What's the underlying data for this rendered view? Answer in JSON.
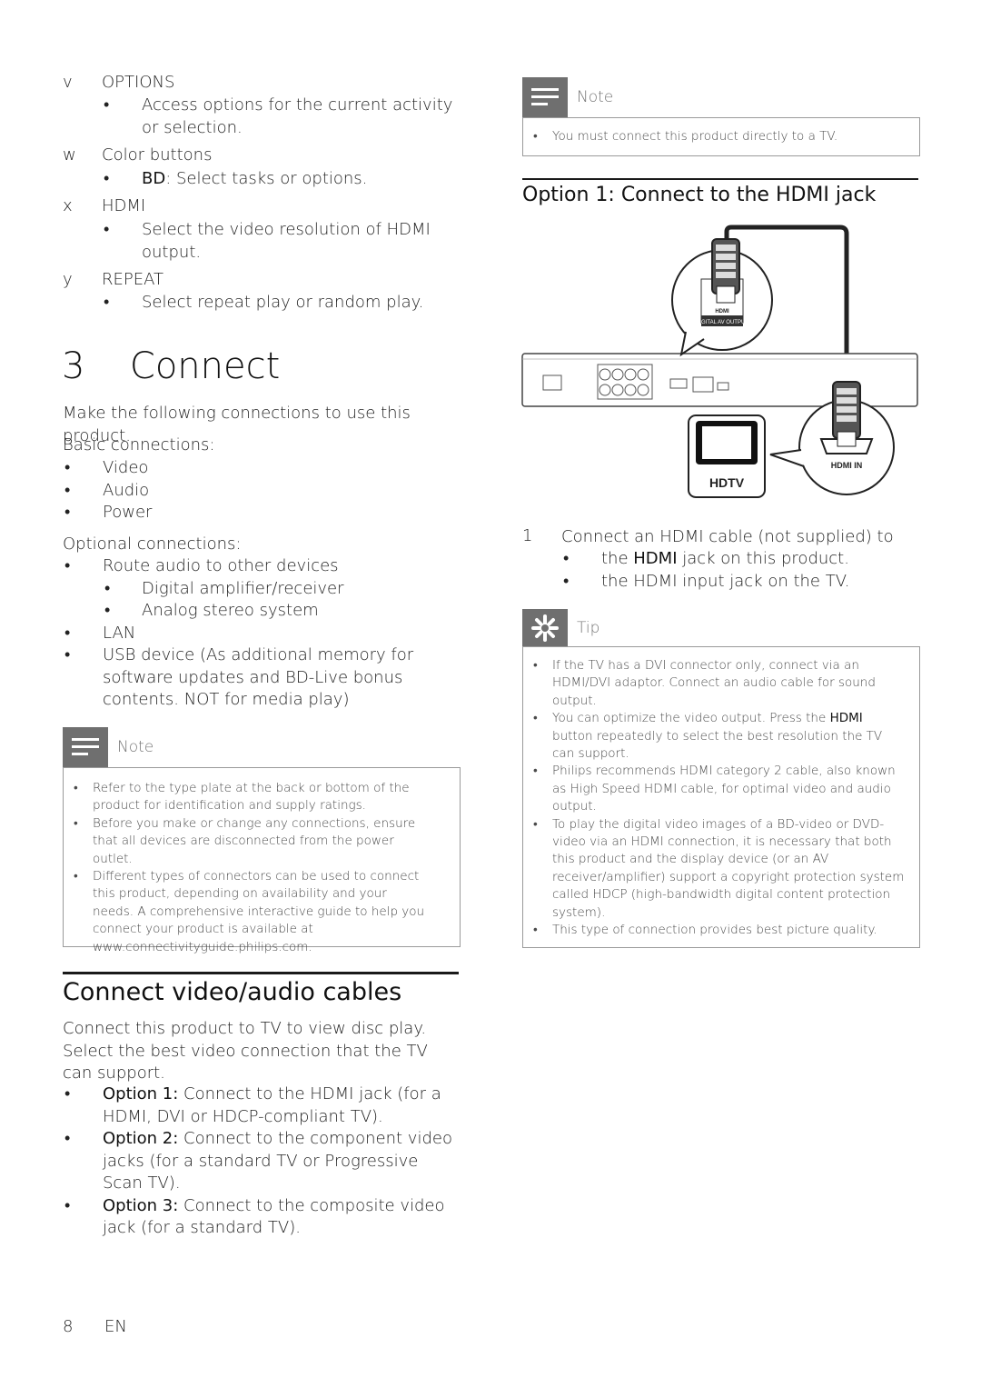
{
  "remote_keys": [
    {
      "letter": "v",
      "title": "OPTIONS",
      "bullets": [
        "Access options for the current activity or selection."
      ]
    },
    {
      "letter": "w",
      "title": "Color buttons",
      "bullets_rich": [
        {
          "bold": "BD",
          "rest": ": Select tasks or options."
        }
      ]
    },
    {
      "letter": "x",
      "title": "HDMI",
      "bullets": [
        "Select the video resolution of HDMI output."
      ]
    },
    {
      "letter": "y",
      "title": "REPEAT",
      "bullets": [
        "Select repeat play or random play."
      ]
    }
  ],
  "chapter": {
    "number": "3",
    "title": "Connect"
  },
  "intro": "Make the following connections to use this product.",
  "basic": {
    "heading": "Basic connections:",
    "items": [
      "Video",
      "Audio",
      "Power"
    ]
  },
  "optional": {
    "heading": "Optional connections:",
    "route": "Route audio to other devices",
    "route_sub": [
      "Digital amplifier/receiver",
      "Analog stereo system"
    ],
    "lan": "LAN",
    "usb": "USB device (As additional memory for software updates and BD-Live bonus contents. NOT for media play)"
  },
  "note_left": {
    "title": "Note",
    "items": [
      "Refer to the type plate at the back or bottom of the product for identification and supply ratings.",
      "Before you make or change any connections, ensure that all devices are disconnected from the power outlet.",
      "Different types of connectors can be used to connect this product, depending on availability and your needs. A comprehensive interactive guide to help you connect your product is available at www.connectivityguide.philips.com."
    ]
  },
  "cables": {
    "title": "Connect video/audio cables",
    "intro": "Connect this product to TV to view disc play. Select the best video connection that the TV can support.",
    "options": [
      {
        "label": "Option 1:",
        "text": " Connect to the HDMI jack (for a HDMI, DVI or HDCP-compliant TV)."
      },
      {
        "label": "Option 2:",
        "text": " Connect to the component video jacks (for a standard TV or Progressive Scan TV)."
      },
      {
        "label": "Option 3:",
        "text": " Connect to the composite video jack (for a standard TV)."
      }
    ]
  },
  "note_right": {
    "title": "Note",
    "items": [
      "You must connect this product directly to a TV."
    ]
  },
  "option1": {
    "title": "Option 1: Connect to the HDMI jack",
    "diagram": {
      "output_label": "DIGITAL AV OUTPUT",
      "output_logo": "HDMI",
      "tv_label": "HDTV",
      "input_label": "HDMI IN"
    },
    "step_number": "1",
    "step_text": "Connect an HDMI cable (not supplied) to",
    "step_bullets": [
      {
        "pre": "the ",
        "bold": "HDMI",
        "post": " jack on this product."
      },
      {
        "pre": "the HDMI input jack on the TV.",
        "bold": "",
        "post": ""
      }
    ]
  },
  "tip": {
    "title": "Tip",
    "items": [
      {
        "text": "If the TV has a DVI connector only, connect via an HDMI/DVI adaptor. Connect an audio cable for sound output."
      },
      {
        "pre": "You can optimize the video output. Press the ",
        "bold": "HDMI",
        "post": " button repeatedly to select the best resolution the TV can support."
      },
      {
        "text": "Philips recommends HDMI category 2 cable, also known as High Speed HDMI cable, for optimal video and audio output."
      },
      {
        "text": "To play the digital video images of a BD-video or DVD-video via an HDMI connection, it is necessary that both this product and the display device (or an AV receiver/amplifier) support a copyright protection system called HDCP (high-bandwidth digital content protection system)."
      },
      {
        "text": "This type of connection provides best picture quality."
      }
    ]
  },
  "footer": {
    "page": "8",
    "lang": "EN"
  },
  "colors": {
    "icon_box": "#6f6f6f",
    "box_border": "#9a9a9a",
    "text": "#222222"
  }
}
